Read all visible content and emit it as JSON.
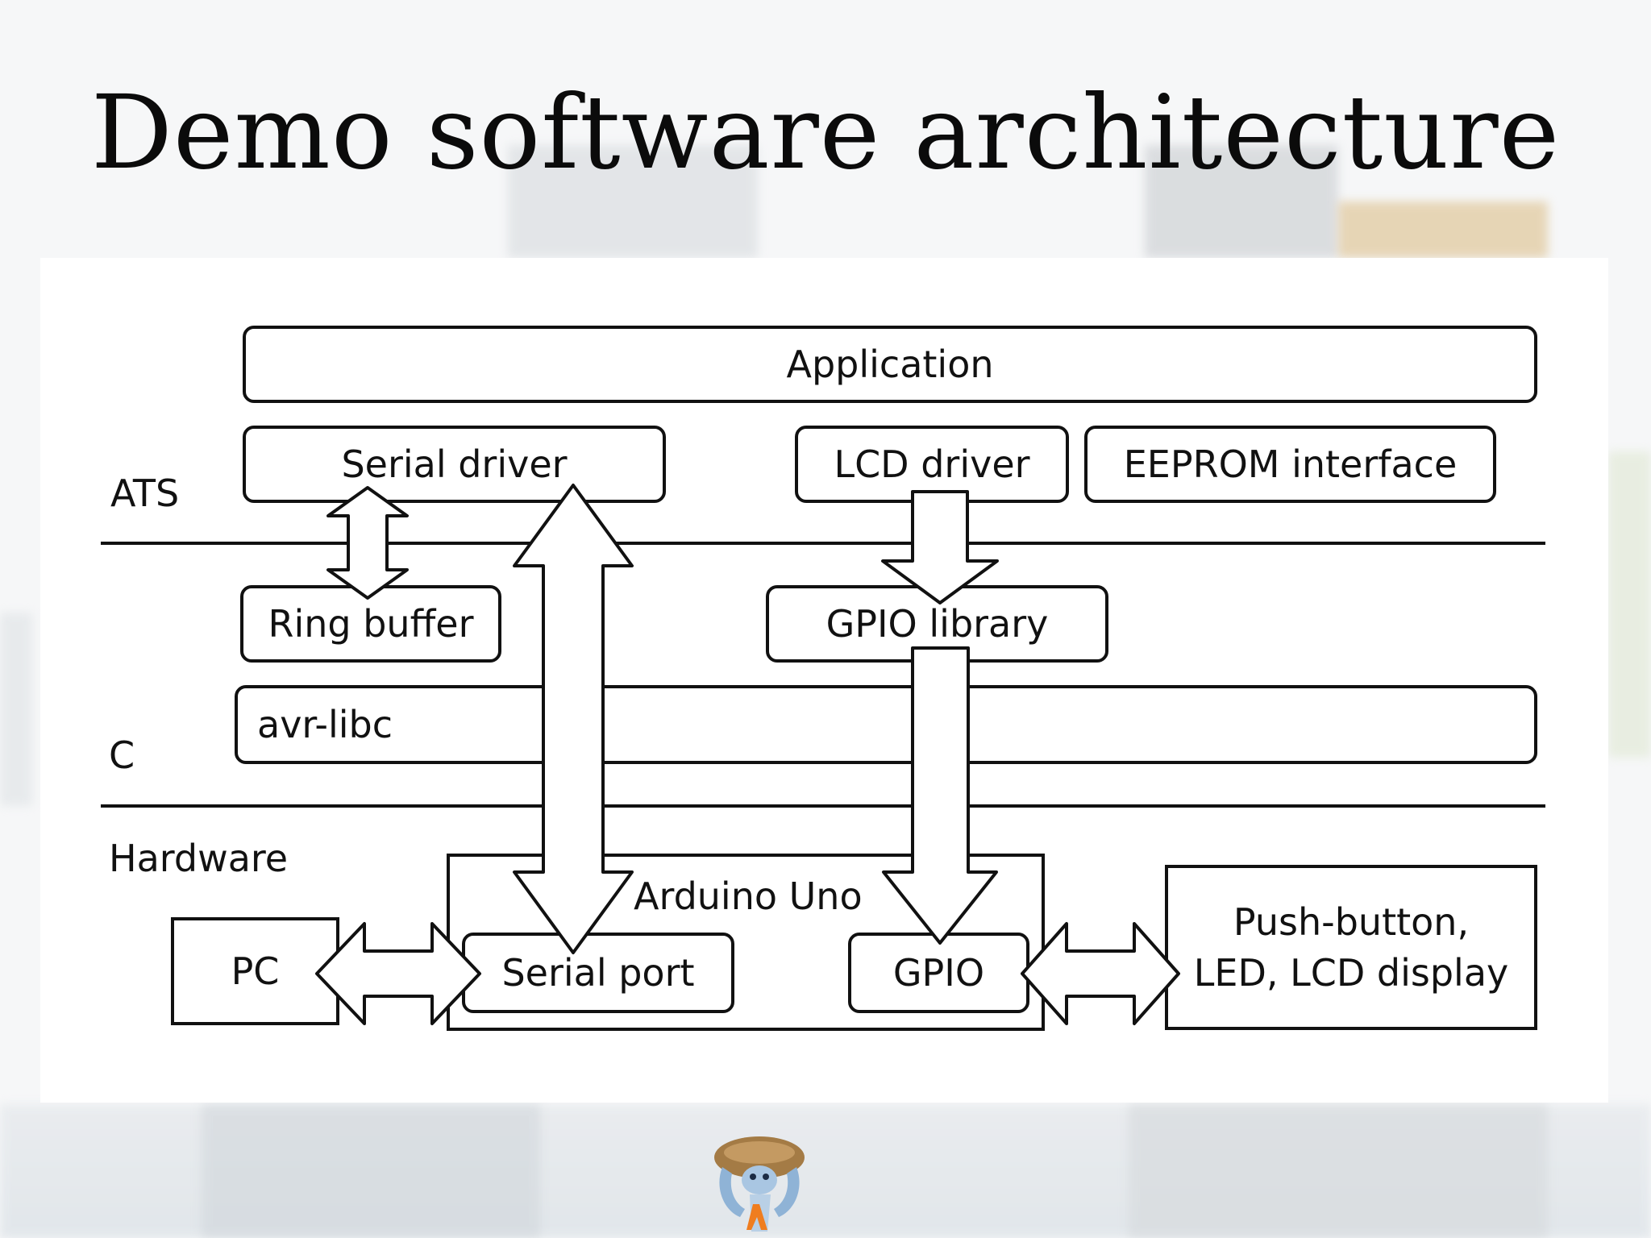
{
  "slide": {
    "title": "Demo software architecture"
  },
  "layers": {
    "ats": "ATS",
    "c": "C",
    "hardware": "Hardware"
  },
  "boxes": {
    "application": "Application",
    "serial_driver": "Serial driver",
    "lcd_driver": "LCD driver",
    "eeprom_interface": "EEPROM interface",
    "ring_buffer": "Ring buffer",
    "gpio_library": "GPIO library",
    "avr_libc": "avr-libc",
    "arduino_uno": "Arduino Uno",
    "serial_port": "Serial port",
    "gpio": "GPIO",
    "pc": "PC",
    "peripherals_line1": "Push-button,",
    "peripherals_line2": "LED, LCD display"
  },
  "colors": {
    "stroke": "#111111",
    "panel": "#ffffff",
    "logo_shell": "#a47b45",
    "logo_body": "#8fb3d6",
    "logo_accent": "#ef7d1f"
  },
  "icons": {
    "logo": "ats-turtle-logo"
  }
}
